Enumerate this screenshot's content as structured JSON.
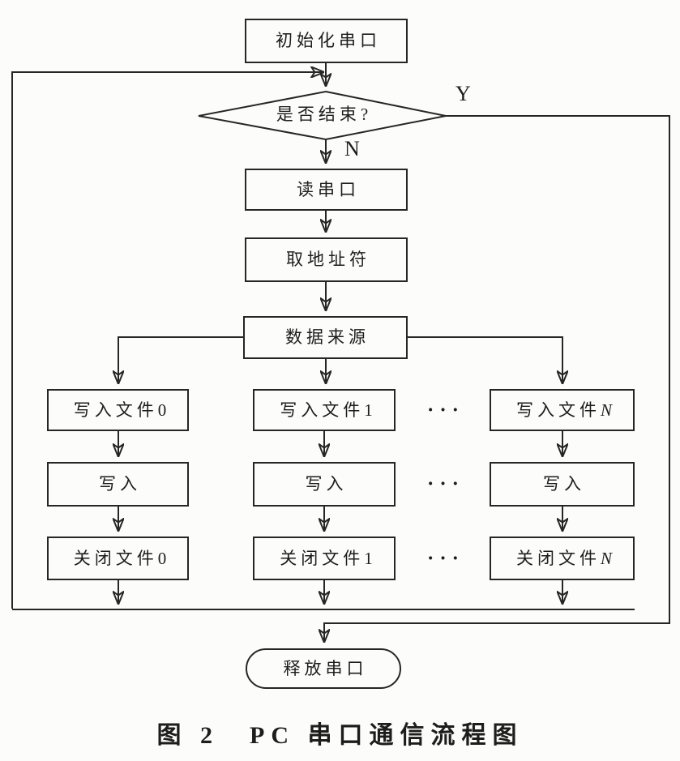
{
  "figure": {
    "nodes": {
      "init": "初始化串口",
      "decision": "是否结束?",
      "read": "读串口",
      "get_address": "取地址符",
      "data_source": "数据来源",
      "release": "释放串口"
    },
    "decision_labels": {
      "yes": "Y",
      "no": "N"
    },
    "columns": [
      {
        "write_file": {
          "text": "写入文件",
          "index": "0"
        },
        "write": "写入",
        "close_file": {
          "text": "关闭文件",
          "index": "0"
        }
      },
      {
        "write_file": {
          "text": "写入文件",
          "index": "1"
        },
        "write": "写入",
        "close_file": {
          "text": "关闭文件",
          "index": "1"
        }
      },
      {
        "write_file": {
          "text": "写入文件",
          "index": "N"
        },
        "write": "写入",
        "close_file": {
          "text": "关闭文件",
          "index": "N"
        }
      }
    ],
    "ellipsis": "···",
    "caption": "图 2　PC 串口通信流程图"
  }
}
